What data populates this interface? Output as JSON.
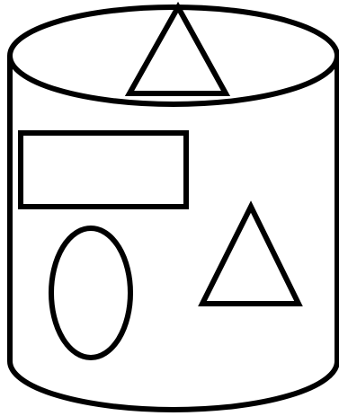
{
  "diagram": {
    "stroke_color": "#000000",
    "fill_color": "#ffffff",
    "shapes": [
      "cylinder-outline",
      "triangle-on-top-lid",
      "rectangle",
      "ellipse",
      "triangle-on-side"
    ]
  }
}
